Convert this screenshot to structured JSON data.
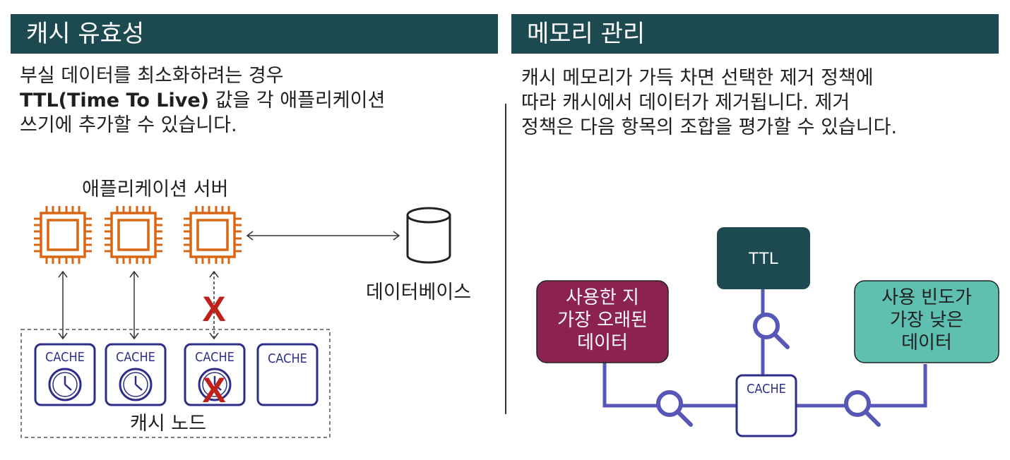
{
  "left": {
    "header": "캐시 유효성",
    "paragraph": {
      "line1": "부실 데이터를 최소화하려는 경우",
      "line2_bold": "TTL(Time To Live)",
      "line2_rest": " 값을 각 애플리케이션",
      "line3": "쓰기에 추가할 수 있습니다."
    },
    "app_servers_label": "애플리케이션 서버",
    "database_label": "데이터베이스",
    "cache_nodes_label": "캐시 노드",
    "cache_label": "CACHE",
    "x_mark": "X"
  },
  "right": {
    "header": "메모리 관리",
    "paragraph": {
      "line1": "캐시 메모리가 가득 차면 선택한 제거 정책에",
      "line2": "따라 캐시에서 데이터가 제거됩니다. 제거",
      "line3": "정책은 다음 항목의 조합을 평가할 수 있습니다."
    },
    "ttl_label": "TTL",
    "lru": {
      "line1": "사용한 지",
      "line2": "가장 오래된",
      "line3": "데이터"
    },
    "lfu": {
      "line1": "사용 빈도가",
      "line2": "가장 낮은",
      "line3": "데이터"
    },
    "cache_label": "CACHE"
  },
  "colors": {
    "header_bg": "#1d4a50",
    "chip_orange": "#d86613",
    "cache_blue": "#2e2e8a",
    "x_red": "#c0201a",
    "lru_box": "#8b2252",
    "lfu_box": "#5fbfb0",
    "ttl_box": "#1d4a50",
    "policy_line": "#5757b8"
  }
}
